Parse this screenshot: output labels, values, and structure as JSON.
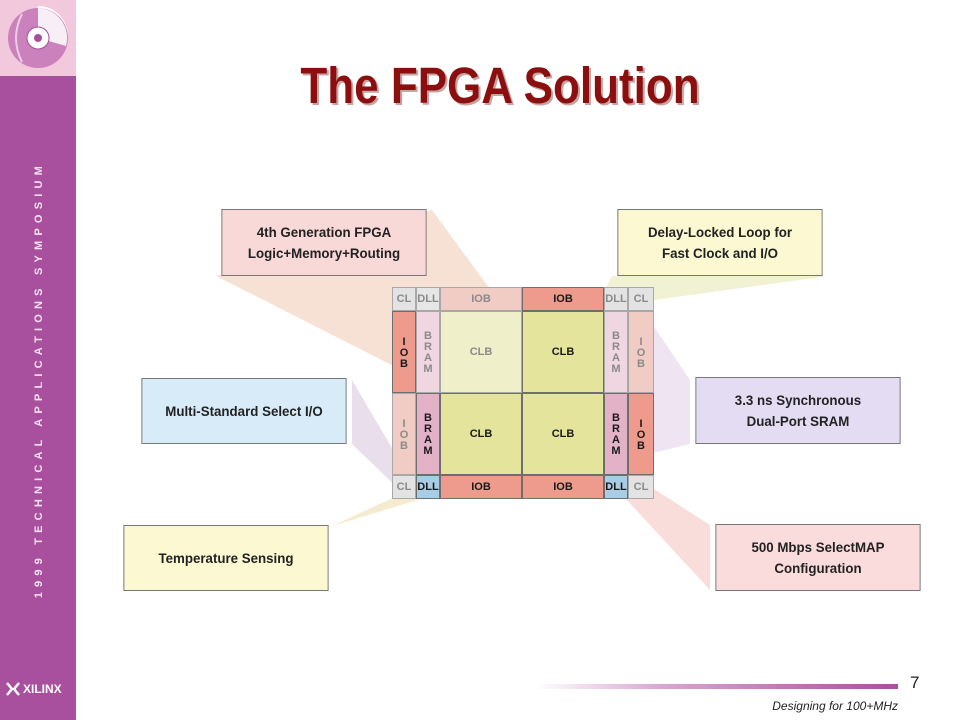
{
  "sidebar": {
    "vertical_text": "1999 TECHNICAL APPLICATIONS SYMPOSIUM",
    "brand": "XILINX"
  },
  "title": "The FPGA Solution",
  "callouts": {
    "generation": {
      "line1": "4th Generation FPGA",
      "line2": "Logic+Memory+Routing"
    },
    "dll": {
      "line1": "Delay-Locked Loop for",
      "line2": "Fast Clock and I/O"
    },
    "select_io": {
      "line1": "Multi-Standard Select I/O"
    },
    "sram": {
      "line1": "3.3 ns Synchronous",
      "line2": "Dual-Port SRAM"
    },
    "temperature": {
      "line1": "Temperature Sensing"
    },
    "selectmap": {
      "line1": "500 Mbps SelectMAP",
      "line2": "Configuration"
    }
  },
  "fpga_block": {
    "top_row": [
      "CL",
      "DLL",
      "IOB",
      "IOB",
      "DLL",
      "CL"
    ],
    "bottom_row": [
      "CL",
      "DLL",
      "IOB",
      "IOB",
      "DLL",
      "CL"
    ],
    "side_iob": "IOB",
    "bram": "BRAM",
    "clb": "CLB"
  },
  "colors": {
    "sidebar": "#a8509e",
    "title": "#8b0f0f",
    "logic": "#e4e49c",
    "iob": "#ee9a8c",
    "bram": "#e3b2c7",
    "dll_highlight": "#a9cde6"
  },
  "footer": {
    "page_number": "7",
    "text": "Designing for 100+MHz"
  }
}
